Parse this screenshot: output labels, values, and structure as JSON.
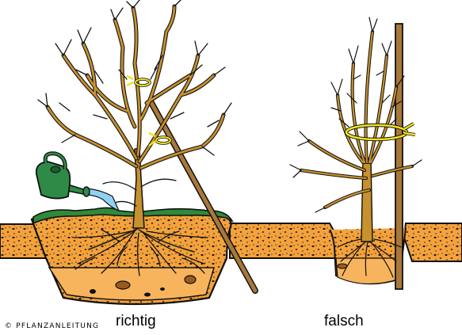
{
  "captions": {
    "correct": "richtig",
    "wrong": "falsch"
  },
  "copyright": "© PFLANZANLEITUNG",
  "colors": {
    "soil": "#f4a23c",
    "soil_dark": "#c96f12",
    "trunk": "#c8912e",
    "outline": "#111111",
    "grass": "#2f8a3a",
    "watering_can": "#2e8b47",
    "water": "#8fd3f4",
    "tie": "#f1e21b",
    "stake": "#a8773a"
  }
}
